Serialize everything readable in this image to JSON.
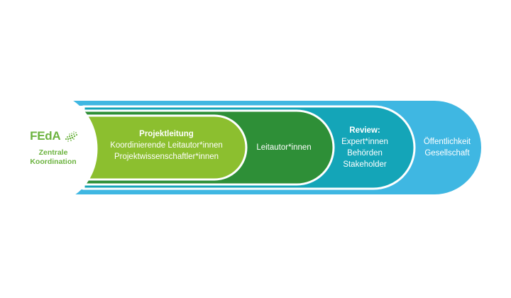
{
  "logo": {
    "text": "FEdA",
    "icon": "dotted-swoosh-icon",
    "caption": [
      "Zentrale",
      "Koordination"
    ]
  },
  "stages": [
    {
      "id": "projektleitung",
      "heading": "Projektleitung",
      "lines": [
        "Koordinierende Leitautor*innen",
        "Projektwissenschaftler*innen"
      ]
    },
    {
      "id": "leitautoren",
      "heading": "",
      "lines": [
        "Leitautor*innen"
      ]
    },
    {
      "id": "review",
      "heading": "Review:",
      "lines": [
        "Expert*innen",
        "Behörden",
        "Stakeholder"
      ]
    },
    {
      "id": "oeffentlichkeit",
      "heading": "",
      "lines": [
        "Öffentlichkeit",
        "Gesellschaft"
      ]
    }
  ],
  "colors": {
    "light_green": "#8cbf2f",
    "dark_green": "#2e8f37",
    "teal": "#14a5b8",
    "light_blue": "#3fb7e2",
    "logo_green": "#6cb33f",
    "outline": "#ffffff"
  }
}
